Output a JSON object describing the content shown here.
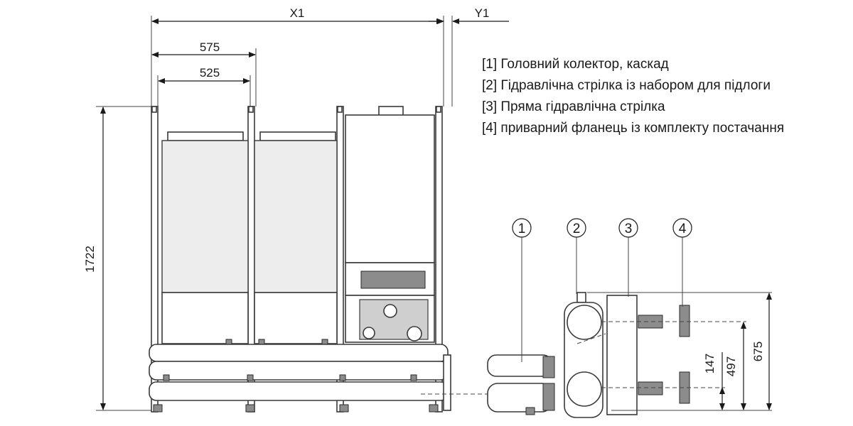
{
  "dimensions": {
    "x1": "X1",
    "y1": "Y1",
    "w575": "575",
    "w525": "525",
    "h1722": "1722",
    "h147": "147",
    "h497": "497",
    "h675": "675"
  },
  "callouts": [
    "1",
    "2",
    "3",
    "4"
  ],
  "legend": [
    "[1] Головний колектор, каскад",
    "[2] Гідравлічна стрілка із набором для підлоги",
    "[3] Пряма гідравлічна стрілка",
    "[4] приварний фланець із комплекту постачання"
  ]
}
